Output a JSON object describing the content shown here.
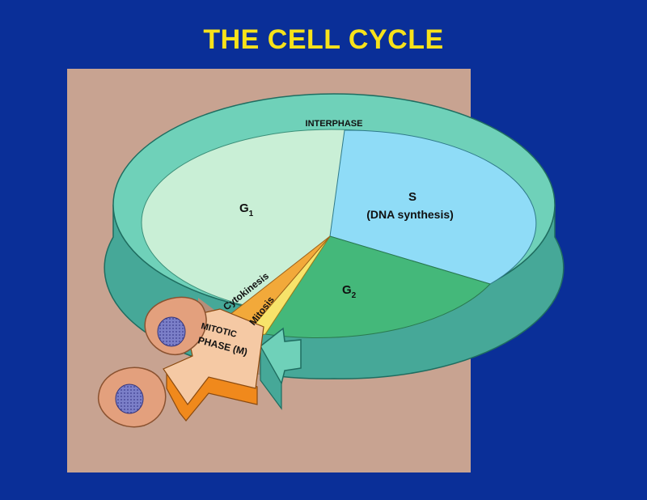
{
  "title": "THE CELL CYCLE",
  "diagram": {
    "interphase_label": "INTERPHASE",
    "g1": {
      "label": "G",
      "subscript": "1"
    },
    "s": {
      "label": "S",
      "sublabel": "(DNA synthesis)"
    },
    "g2": {
      "label": "G",
      "subscript": "2"
    },
    "cytokinesis_label": "Cytokinesis",
    "mitosis_label": "Mitosis",
    "mitotic_phase": {
      "line1": "MITOTIC",
      "line2": "PHASE (M)"
    }
  },
  "colors": {
    "background": "#0a2f98",
    "title": "#f7e21a",
    "panel": "#c8a391",
    "ring": "#6fd1b9",
    "g1": "#c9efd6",
    "s": "#8fdcf7",
    "g2": "#44b87a",
    "mitosis": "#f7e36a",
    "cytokinesis": "#f2a93a",
    "arrow": "#f0891c",
    "cell": "#e3a07d",
    "nucleus": "#7b7fc8"
  }
}
